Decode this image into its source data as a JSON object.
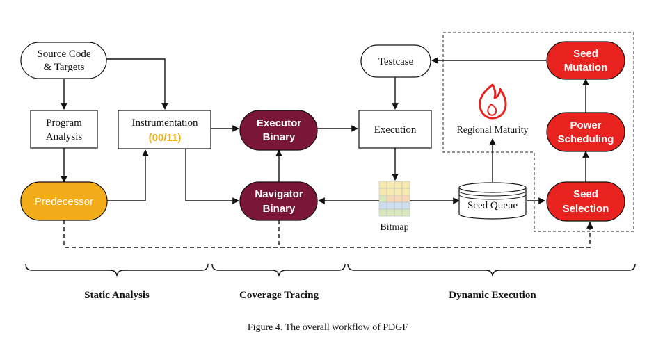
{
  "nodes": {
    "source_code": {
      "line1": "Source Code",
      "line2": "& Targets"
    },
    "program_analysis": {
      "line1": "Program",
      "line2": "Analysis"
    },
    "instrumentation": {
      "line1": "Instrumentation",
      "line2": "(00/11)"
    },
    "predecessor": {
      "label": "Predecessor"
    },
    "executor_binary": {
      "line1": "Executor",
      "line2": "Binary"
    },
    "navigator_binary": {
      "line1": "Navigator",
      "line2": "Binary"
    },
    "testcase": {
      "label": "Testcase"
    },
    "execution": {
      "label": "Execution"
    },
    "bitmap": {
      "label": "Bitmap"
    },
    "seed_queue": {
      "label": "Seed Queue"
    },
    "regional_maturity": {
      "label": "Regional Maturity"
    },
    "seed_mutation": {
      "line1": "Seed",
      "line2": "Mutation"
    },
    "power_scheduling": {
      "line1": "Power",
      "line2": "Scheduling"
    },
    "seed_selection": {
      "line1": "Seed",
      "line2": "Selection"
    }
  },
  "stages": {
    "static_analysis": "Static Analysis",
    "coverage_tracing": "Coverage Tracing",
    "dynamic_execution": "Dynamic Execution"
  },
  "caption": "Figure 4. The overall workflow of PDGF",
  "colors": {
    "predecessor_fill": "#f2ac1a",
    "binary_fill": "#7a1637",
    "seed_fill": "#e8231f",
    "instrumentation_accent": "#f2ac1a",
    "flame": "#e8231f"
  },
  "icons": [
    "flame-icon",
    "bitmap-grid-icon",
    "database-icon"
  ]
}
